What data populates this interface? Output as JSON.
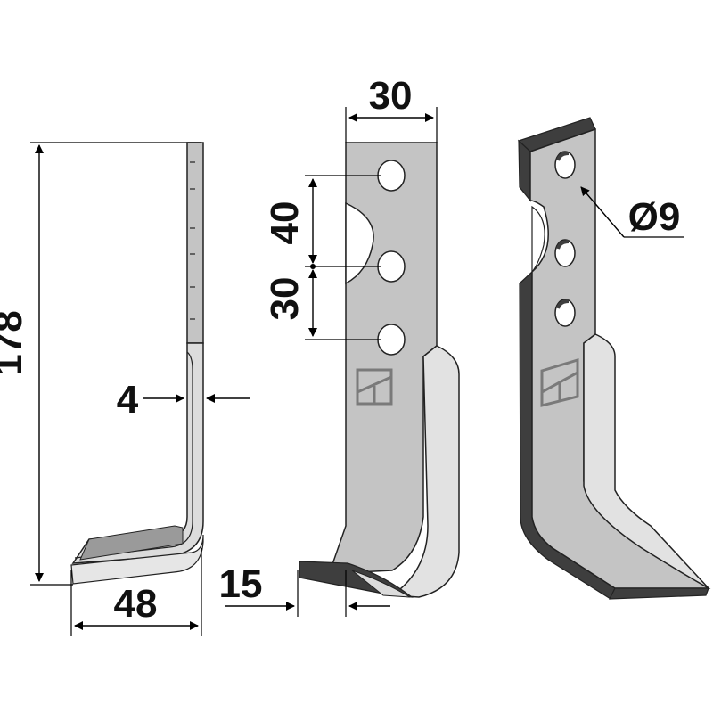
{
  "dimensions": {
    "height": "178",
    "thickness": "4",
    "bottom_width": "48",
    "offset": "15",
    "top_width": "30",
    "hole_spacing_upper": "40",
    "hole_spacing_lower": "30",
    "hole_diameter": "Ø9"
  },
  "colors": {
    "blade_face": "#c4c4c4",
    "blade_light": "#dcdcdc",
    "blade_edge": "#3e3e3e",
    "outline": "#222222",
    "dim_line": "#000000",
    "logo": "#7a7a7a"
  }
}
